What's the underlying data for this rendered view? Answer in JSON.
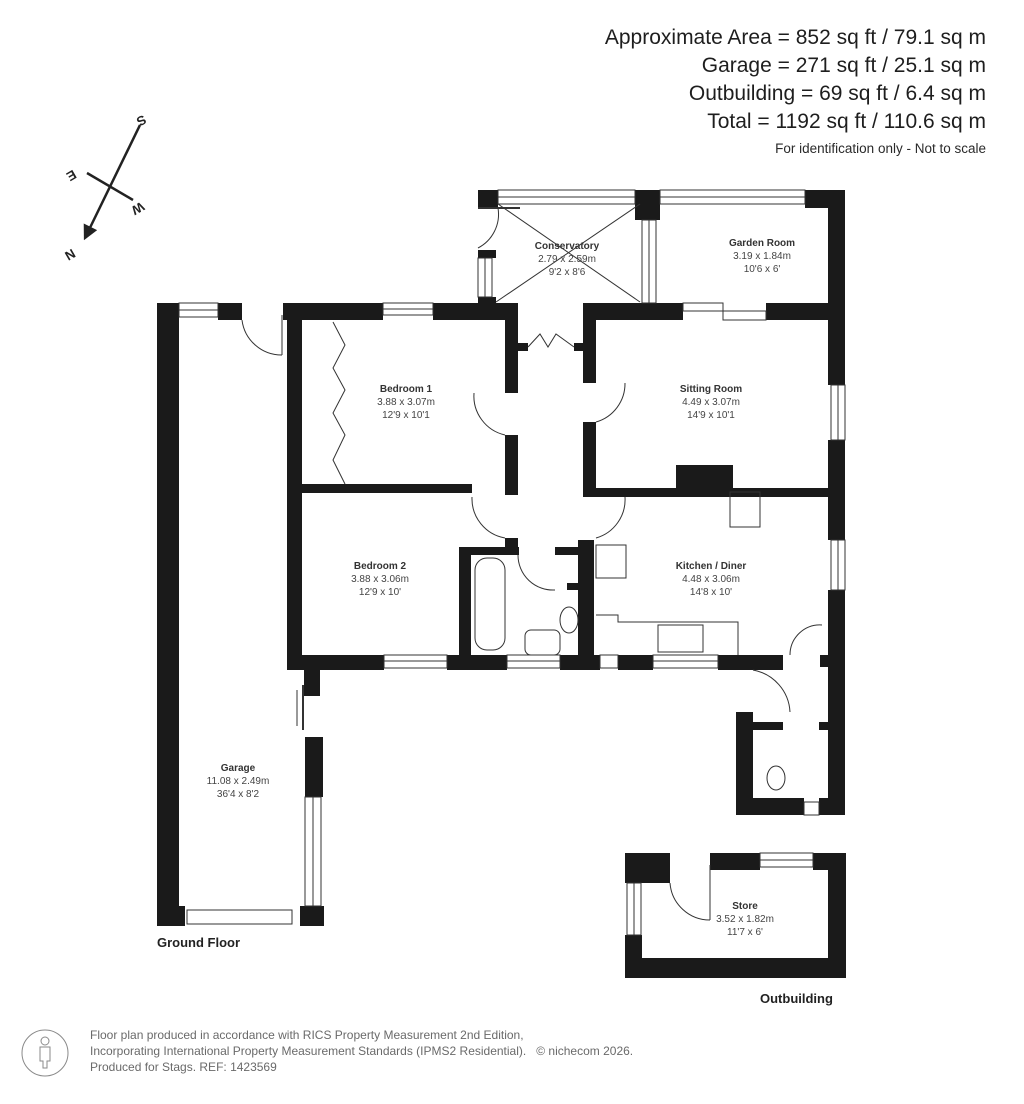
{
  "areas": {
    "approximate_area": "Approximate Area = 852 sq ft / 79.1 sq m",
    "garage": "Garage = 271 sq ft / 25.1 sq m",
    "outbuilding": "Outbuilding = 69 sq ft / 6.4 sq m",
    "total": "Total = 1192 sq ft / 110.6 sq m",
    "note": "For identification only - Not to scale"
  },
  "compass": {
    "north": "N",
    "south": "S",
    "east": "E",
    "west": "W"
  },
  "rooms": {
    "conservatory": {
      "name": "Conservatory",
      "metric": "2.79 x 2.59m",
      "imperial": "9'2 x 8'6"
    },
    "garden_room": {
      "name": "Garden Room",
      "metric": "3.19 x 1.84m",
      "imperial": "10'6 x 6'"
    },
    "bedroom1": {
      "name": "Bedroom 1",
      "metric": "3.88 x 3.07m",
      "imperial": "12'9 x 10'1"
    },
    "sitting_room": {
      "name": "Sitting Room",
      "metric": "4.49 x 3.07m",
      "imperial": "14'9 x 10'1"
    },
    "bedroom2": {
      "name": "Bedroom 2",
      "metric": "3.88 x 3.06m",
      "imperial": "12'9 x 10'"
    },
    "kitchen": {
      "name": "Kitchen / Diner",
      "metric": "4.48 x 3.06m",
      "imperial": "14'8 x 10'"
    },
    "garage": {
      "name": "Garage",
      "metric": "11.08 x 2.49m",
      "imperial": "36'4 x 8'2"
    },
    "store": {
      "name": "Store",
      "metric": "3.52 x 1.82m",
      "imperial": "11'7 x 6'"
    }
  },
  "floor_labels": {
    "ground": "Ground Floor",
    "outbuilding": "Outbuilding"
  },
  "footer": {
    "line1": "Floor plan produced in accordance with RICS Property Measurement 2nd Edition,",
    "line2": "Incorporating International Property Measurement Standards (IPMS2 Residential).",
    "copyright": "© nichecom 2026.",
    "line3": "Produced for Stags.   REF: 1423569"
  },
  "colors": {
    "wall": "#1a1a1a",
    "background": "#ffffff",
    "text": "#333333",
    "footer_text": "#6a6a6a"
  }
}
